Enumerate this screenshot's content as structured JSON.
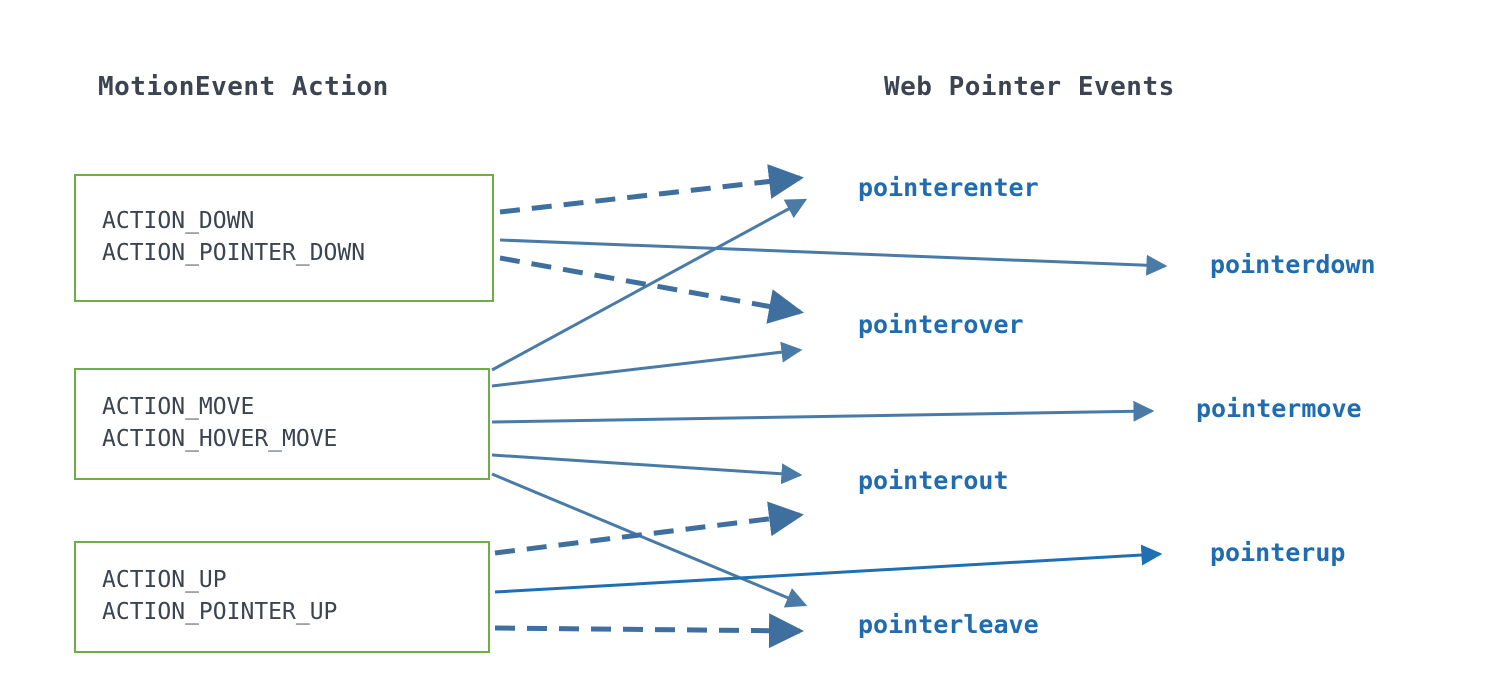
{
  "diagram": {
    "title_left": "MotionEvent Action",
    "title_right": "Web Pointer Events",
    "colors": {
      "box_border": "#70ad47",
      "box_text": "#3b4450",
      "event_text": "#1f6cb0",
      "arrow_solid": "#4a7ba7",
      "arrow_dashed": "#3e6f9e",
      "arrow_highlight": "#1f6fb5",
      "background": "#ffffff"
    },
    "source_boxes": [
      {
        "id": "action-down",
        "lines": [
          "ACTION_DOWN",
          "ACTION_POINTER_DOWN"
        ]
      },
      {
        "id": "action-move",
        "lines": [
          "ACTION_MOVE",
          "ACTION_HOVER_MOVE"
        ]
      },
      {
        "id": "action-up",
        "lines": [
          "ACTION_UP",
          "ACTION_POINTER_UP"
        ]
      }
    ],
    "target_events": [
      {
        "id": "pointerenter",
        "label": "pointerenter"
      },
      {
        "id": "pointerdown",
        "label": "pointerdown"
      },
      {
        "id": "pointerover",
        "label": "pointerover"
      },
      {
        "id": "pointermove",
        "label": "pointermove"
      },
      {
        "id": "pointerout",
        "label": "pointerout"
      },
      {
        "id": "pointerup",
        "label": "pointerup"
      },
      {
        "id": "pointerleave",
        "label": "pointerleave"
      }
    ],
    "connections": [
      {
        "from": "action-down",
        "to": "pointerenter",
        "style": "dashed"
      },
      {
        "from": "action-down",
        "to": "pointerdown",
        "style": "solid"
      },
      {
        "from": "action-down",
        "to": "pointerover",
        "style": "dashed"
      },
      {
        "from": "action-move",
        "to": "pointerenter",
        "style": "solid"
      },
      {
        "from": "action-move",
        "to": "pointerover",
        "style": "solid"
      },
      {
        "from": "action-move",
        "to": "pointermove",
        "style": "solid"
      },
      {
        "from": "action-move",
        "to": "pointerout",
        "style": "solid"
      },
      {
        "from": "action-move",
        "to": "pointerleave",
        "style": "solid"
      },
      {
        "from": "action-up",
        "to": "pointerout",
        "style": "dashed"
      },
      {
        "from": "action-up",
        "to": "pointerup",
        "style": "solid"
      },
      {
        "from": "action-up",
        "to": "pointerleave",
        "style": "dashed"
      }
    ]
  }
}
